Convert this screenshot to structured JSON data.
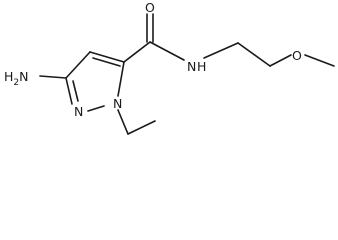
{
  "structure": {
    "atoms": {
      "amine_N": "H2N",
      "ring_N1": "N",
      "ring_N2": "N",
      "carbonyl_O": "O",
      "amide_N": "N",
      "amide_H": "H",
      "ether_O": "O"
    }
  }
}
